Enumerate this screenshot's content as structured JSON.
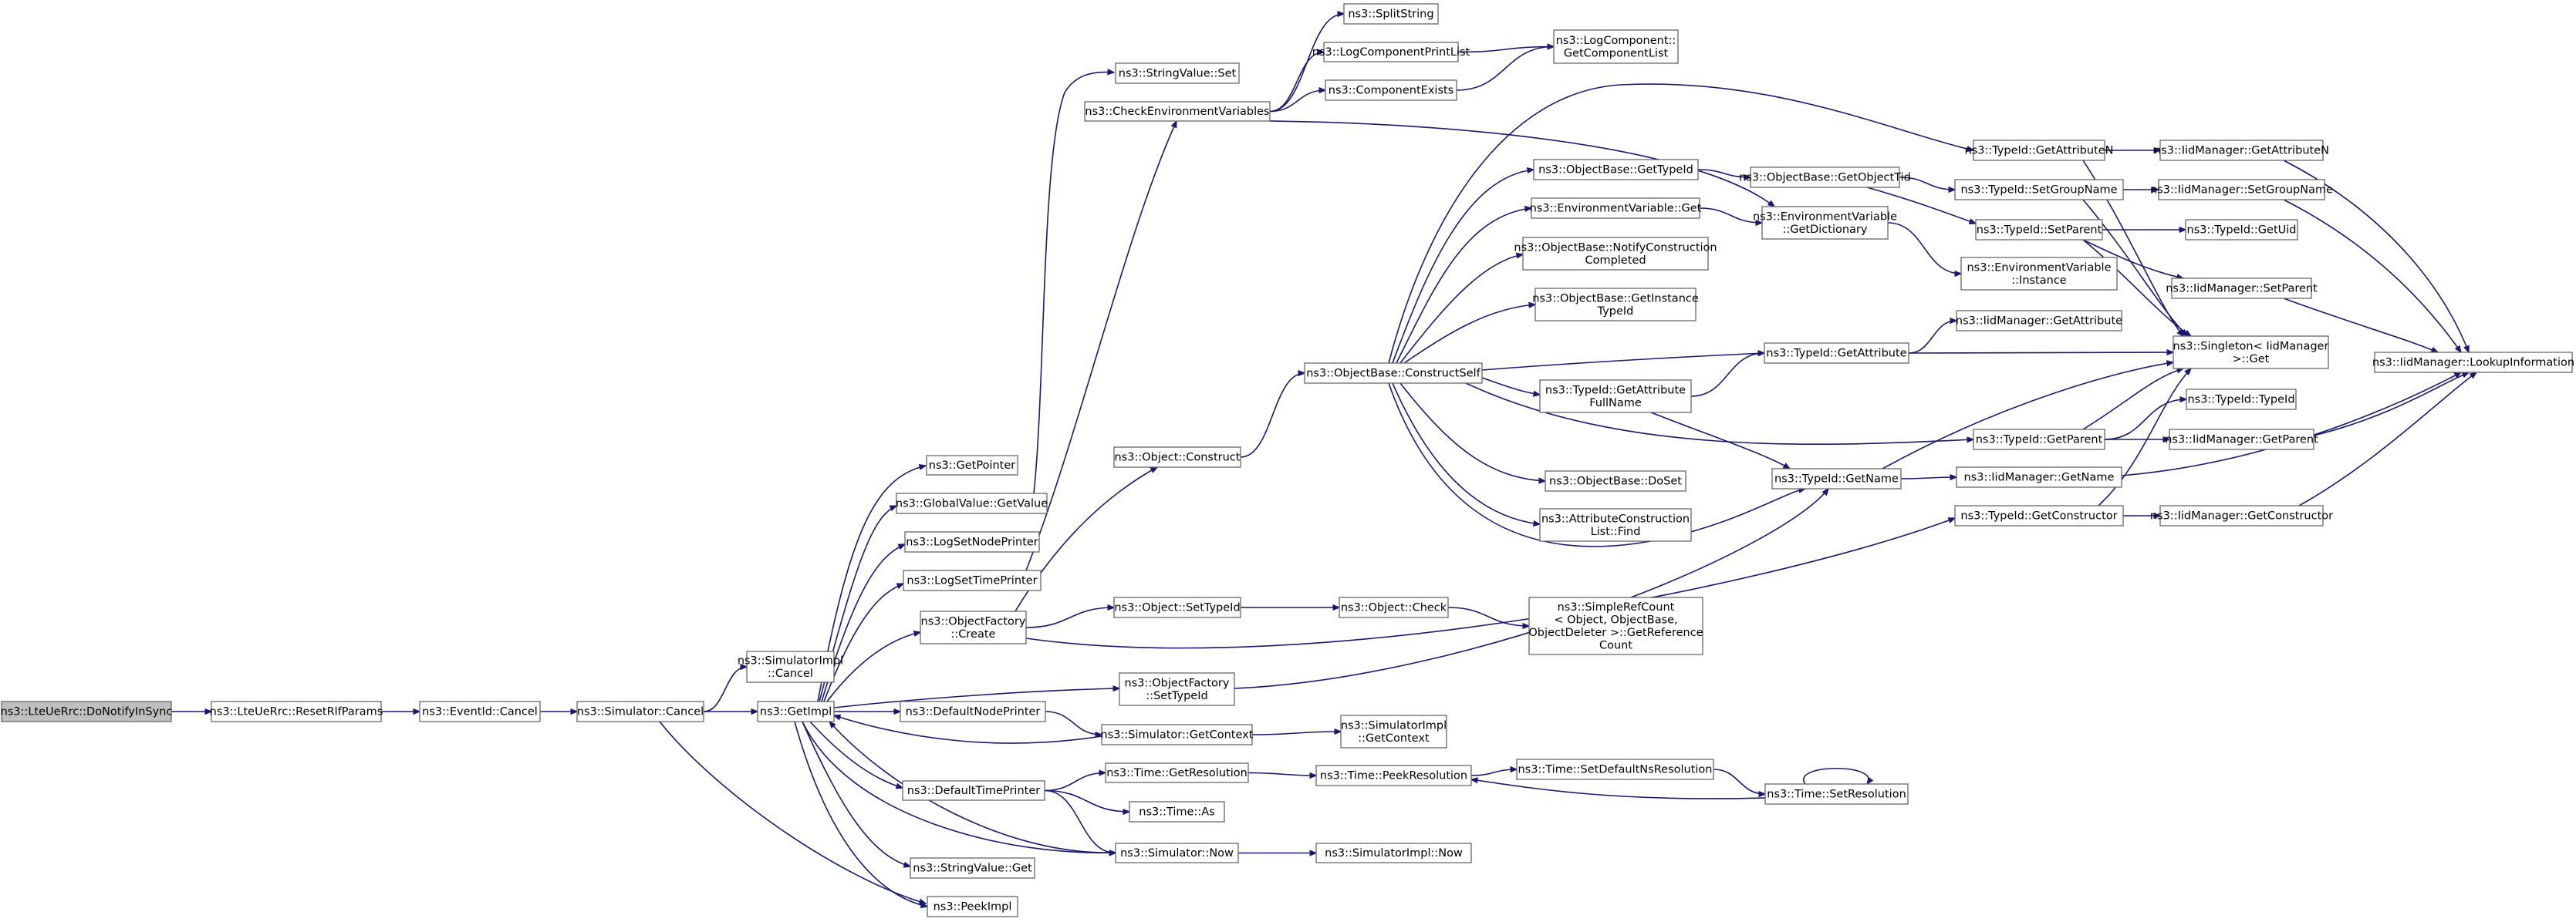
{
  "title": "",
  "colors": {
    "edge": "#191970",
    "node_border": "#666666",
    "root_fill": "#bfbfbf",
    "node_fill": "#ffffff"
  },
  "nodes": [
    {
      "id": "root",
      "lines": [
        "ns3::LteUeRrc::DoNotifyInSync"
      ],
      "root": true
    },
    {
      "id": "resetRlf",
      "lines": [
        "ns3::LteUeRrc::ResetRlfParams"
      ]
    },
    {
      "id": "eventCancel",
      "lines": [
        "ns3::EventId::Cancel"
      ]
    },
    {
      "id": "simCancel",
      "lines": [
        "ns3::Simulator::Cancel"
      ]
    },
    {
      "id": "simImplCancel",
      "lines": [
        "ns3::SimulatorImpl",
        "::Cancel"
      ]
    },
    {
      "id": "getImpl",
      "lines": [
        "ns3::GetImpl"
      ]
    },
    {
      "id": "getPointer",
      "lines": [
        "ns3::GetPointer"
      ]
    },
    {
      "id": "gvGetValue",
      "lines": [
        "ns3::GlobalValue::GetValue"
      ]
    },
    {
      "id": "logSetNode",
      "lines": [
        "ns3::LogSetNodePrinter"
      ]
    },
    {
      "id": "logSetTime",
      "lines": [
        "ns3::LogSetTimePrinter"
      ]
    },
    {
      "id": "ofCreate",
      "lines": [
        "ns3::ObjectFactory",
        "::Create"
      ]
    },
    {
      "id": "defNodePrinter",
      "lines": [
        "ns3::DefaultNodePrinter"
      ]
    },
    {
      "id": "defTimePrinter",
      "lines": [
        "ns3::DefaultTimePrinter"
      ]
    },
    {
      "id": "svGet",
      "lines": [
        "ns3::StringValue::Get"
      ]
    },
    {
      "id": "peekImpl",
      "lines": [
        "ns3::PeekImpl"
      ]
    },
    {
      "id": "svSet",
      "lines": [
        "ns3::StringValue::Set"
      ]
    },
    {
      "id": "checkEnv",
      "lines": [
        "ns3::CheckEnvironmentVariables"
      ]
    },
    {
      "id": "splitString",
      "lines": [
        "ns3::SplitString"
      ]
    },
    {
      "id": "logCompPrintList",
      "lines": [
        "ns3::LogComponentPrintList"
      ]
    },
    {
      "id": "compExists",
      "lines": [
        "ns3::ComponentExists"
      ]
    },
    {
      "id": "logCompGetList",
      "lines": [
        "ns3::LogComponent::",
        "GetComponentList"
      ]
    },
    {
      "id": "objConstruct",
      "lines": [
        "ns3::Object::Construct"
      ]
    },
    {
      "id": "objSetTypeId",
      "lines": [
        "ns3::Object::SetTypeId"
      ]
    },
    {
      "id": "ofSetTypeId",
      "lines": [
        "ns3::ObjectFactory",
        "::SetTypeId"
      ]
    },
    {
      "id": "simGetContext",
      "lines": [
        "ns3::Simulator::GetContext"
      ]
    },
    {
      "id": "timeGetRes",
      "lines": [
        "ns3::Time::GetResolution"
      ]
    },
    {
      "id": "timeAs",
      "lines": [
        "ns3::Time::As"
      ]
    },
    {
      "id": "simNow",
      "lines": [
        "ns3::Simulator::Now"
      ]
    },
    {
      "id": "objCheck",
      "lines": [
        "ns3::Object::Check"
      ]
    },
    {
      "id": "simImplGetCtx",
      "lines": [
        "ns3::SimulatorImpl",
        "::GetContext"
      ]
    },
    {
      "id": "timePeekRes",
      "lines": [
        "ns3::Time::PeekResolution"
      ]
    },
    {
      "id": "simImplNow",
      "lines": [
        "ns3::SimulatorImpl::Now"
      ]
    },
    {
      "id": "simpleRef",
      "lines": [
        "ns3::SimpleRefCount",
        "< Object, ObjectBase,",
        "ObjectDeleter >::GetReference",
        "Count"
      ]
    },
    {
      "id": "obConstructSelf",
      "lines": [
        "ns3::ObjectBase::ConstructSelf"
      ]
    },
    {
      "id": "obGetTypeId",
      "lines": [
        "ns3::ObjectBase::GetTypeId"
      ]
    },
    {
      "id": "envVarGet",
      "lines": [
        "ns3::EnvironmentVariable::Get"
      ]
    },
    {
      "id": "obNotify",
      "lines": [
        "ns3::ObjectBase::NotifyConstruction",
        "Completed"
      ]
    },
    {
      "id": "obGetInstance",
      "lines": [
        "ns3::ObjectBase::GetInstance",
        "TypeId"
      ]
    },
    {
      "id": "tidGetAttrFull",
      "lines": [
        "ns3::TypeId::GetAttribute",
        "FullName"
      ]
    },
    {
      "id": "obDoSet",
      "lines": [
        "ns3::ObjectBase::DoSet"
      ]
    },
    {
      "id": "attrConsFind",
      "lines": [
        "ns3::AttributeConstruction",
        "List::Find"
      ]
    },
    {
      "id": "timeSetDefNs",
      "lines": [
        "ns3::Time::SetDefaultNsResolution"
      ]
    },
    {
      "id": "timeSetRes",
      "lines": [
        "ns3::Time::SetResolution"
      ]
    },
    {
      "id": "obGetObjectTid",
      "lines": [
        "ns3::ObjectBase::GetObjectTid"
      ]
    },
    {
      "id": "envGetDict",
      "lines": [
        "ns3::EnvironmentVariable",
        "::GetDictionary"
      ]
    },
    {
      "id": "envInstance",
      "lines": [
        "ns3::EnvironmentVariable",
        "::Instance"
      ]
    },
    {
      "id": "tidGetAttr",
      "lines": [
        "ns3::TypeId::GetAttribute"
      ]
    },
    {
      "id": "tidGetName",
      "lines": [
        "ns3::TypeId::GetName"
      ]
    },
    {
      "id": "tidGetAttrN",
      "lines": [
        "ns3::TypeId::GetAttributeN"
      ]
    },
    {
      "id": "tidSetGroupName",
      "lines": [
        "ns3::TypeId::SetGroupName"
      ]
    },
    {
      "id": "tidSetParent",
      "lines": [
        "ns3::TypeId::SetParent"
      ]
    },
    {
      "id": "iidGetAttribute",
      "lines": [
        "ns3::IidManager::GetAttribute"
      ]
    },
    {
      "id": "tidGetParent",
      "lines": [
        "ns3::TypeId::GetParent"
      ]
    },
    {
      "id": "iidGetName",
      "lines": [
        "ns3::IidManager::GetName"
      ]
    },
    {
      "id": "tidGetCtor",
      "lines": [
        "ns3::TypeId::GetConstructor"
      ]
    },
    {
      "id": "iidGetAttrN",
      "lines": [
        "ns3::IidManager::GetAttributeN"
      ]
    },
    {
      "id": "iidSetGroupName",
      "lines": [
        "ns3::IidManager::SetGroupName"
      ]
    },
    {
      "id": "tidGetUid",
      "lines": [
        "ns3::TypeId::GetUid"
      ]
    },
    {
      "id": "iidSetParent",
      "lines": [
        "ns3::IidManager::SetParent"
      ]
    },
    {
      "id": "singletonGet",
      "lines": [
        "ns3::Singleton< IidManager",
        ">::Get"
      ]
    },
    {
      "id": "tidTypeId",
      "lines": [
        "ns3::TypeId::TypeId"
      ]
    },
    {
      "id": "iidGetParent",
      "lines": [
        "ns3::IidManager::GetParent"
      ]
    },
    {
      "id": "iidGetCtor",
      "lines": [
        "ns3::IidManager::GetConstructor"
      ]
    },
    {
      "id": "iidLookup",
      "lines": [
        "ns3::IidManager::LookupInformation"
      ]
    }
  ],
  "edges": [
    [
      "root",
      "resetRlf"
    ],
    [
      "resetRlf",
      "eventCancel"
    ],
    [
      "eventCancel",
      "simCancel"
    ],
    [
      "simCancel",
      "simImplCancel"
    ],
    [
      "simCancel",
      "getImpl"
    ],
    [
      "simCancel",
      "peekImpl"
    ],
    [
      "getImpl",
      "getPointer"
    ],
    [
      "getImpl",
      "gvGetValue"
    ],
    [
      "getImpl",
      "logSetNode"
    ],
    [
      "getImpl",
      "logSetTime"
    ],
    [
      "getImpl",
      "ofCreate"
    ],
    [
      "getImpl",
      "ofSetTypeId"
    ],
    [
      "getImpl",
      "defNodePrinter"
    ],
    [
      "getImpl",
      "defTimePrinter"
    ],
    [
      "getImpl",
      "simNow"
    ],
    [
      "getImpl",
      "svGet"
    ],
    [
      "getImpl",
      "peekImpl"
    ],
    [
      "gvGetValue",
      "svSet"
    ],
    [
      "logSetTime",
      "checkEnv"
    ],
    [
      "checkEnv",
      "splitString"
    ],
    [
      "checkEnv",
      "logCompPrintList"
    ],
    [
      "checkEnv",
      "compExists"
    ],
    [
      "checkEnv",
      "envGetDict"
    ],
    [
      "logCompPrintList",
      "logCompGetList"
    ],
    [
      "compExists",
      "logCompGetList"
    ],
    [
      "ofCreate",
      "objConstruct"
    ],
    [
      "ofCreate",
      "objSetTypeId"
    ],
    [
      "ofCreate",
      "tidGetCtor"
    ],
    [
      "objConstruct",
      "obConstructSelf"
    ],
    [
      "objSetTypeId",
      "objCheck"
    ],
    [
      "objCheck",
      "simpleRef"
    ],
    [
      "ofSetTypeId",
      "tidGetName"
    ],
    [
      "defNodePrinter",
      "simGetContext"
    ],
    [
      "simGetContext",
      "simImplGetCtx"
    ],
    [
      "simGetContext",
      "getImpl"
    ],
    [
      "defTimePrinter",
      "timeGetRes"
    ],
    [
      "defTimePrinter",
      "timeAs"
    ],
    [
      "defTimePrinter",
      "simNow"
    ],
    [
      "timeGetRes",
      "timePeekRes"
    ],
    [
      "simNow",
      "simImplNow"
    ],
    [
      "simNow",
      "getImpl"
    ],
    [
      "timePeekRes",
      "timeSetDefNs"
    ],
    [
      "timeSetDefNs",
      "timeSetRes"
    ],
    [
      "timeSetRes",
      "timePeekRes"
    ],
    [
      "timeSetRes",
      "timeSetRes"
    ],
    [
      "obConstructSelf",
      "obGetTypeId"
    ],
    [
      "obConstructSelf",
      "envVarGet"
    ],
    [
      "obConstructSelf",
      "obNotify"
    ],
    [
      "obConstructSelf",
      "obGetInstance"
    ],
    [
      "obConstructSelf",
      "tidGetAttrFull"
    ],
    [
      "obConstructSelf",
      "obDoSet"
    ],
    [
      "obConstructSelf",
      "attrConsFind"
    ],
    [
      "obConstructSelf",
      "tidGetAttr"
    ],
    [
      "obConstructSelf",
      "tidGetAttrN"
    ],
    [
      "obConstructSelf",
      "tidGetParent"
    ],
    [
      "obConstructSelf",
      "tidGetName"
    ],
    [
      "obGetTypeId",
      "obGetObjectTid"
    ],
    [
      "envVarGet",
      "envGetDict"
    ],
    [
      "obGetObjectTid",
      "tidSetGroupName"
    ],
    [
      "obGetObjectTid",
      "tidSetParent"
    ],
    [
      "envGetDict",
      "envInstance"
    ],
    [
      "tidGetAttrFull",
      "tidGetAttr"
    ],
    [
      "tidGetAttrFull",
      "tidGetName"
    ],
    [
      "tidGetAttr",
      "iidGetAttribute"
    ],
    [
      "tidGetAttr",
      "singletonGet"
    ],
    [
      "tidGetName",
      "iidGetName"
    ],
    [
      "tidGetName",
      "singletonGet"
    ],
    [
      "tidGetAttrN",
      "iidGetAttrN"
    ],
    [
      "tidGetAttrN",
      "singletonGet"
    ],
    [
      "tidSetGroupName",
      "iidSetGroupName"
    ],
    [
      "tidSetGroupName",
      "singletonGet"
    ],
    [
      "tidSetParent",
      "tidGetUid"
    ],
    [
      "tidSetParent",
      "iidSetParent"
    ],
    [
      "tidSetParent",
      "singletonGet"
    ],
    [
      "tidGetParent",
      "tidTypeId"
    ],
    [
      "tidGetParent",
      "iidGetParent"
    ],
    [
      "tidGetParent",
      "singletonGet"
    ],
    [
      "tidGetCtor",
      "iidGetCtor"
    ],
    [
      "tidGetCtor",
      "singletonGet"
    ],
    [
      "iidGetAttrN",
      "iidLookup"
    ],
    [
      "iidSetGroupName",
      "iidLookup"
    ],
    [
      "iidSetParent",
      "iidLookup"
    ],
    [
      "iidGetParent",
      "iidLookup"
    ],
    [
      "iidGetName",
      "iidLookup"
    ],
    [
      "iidGetCtor",
      "iidLookup"
    ]
  ]
}
